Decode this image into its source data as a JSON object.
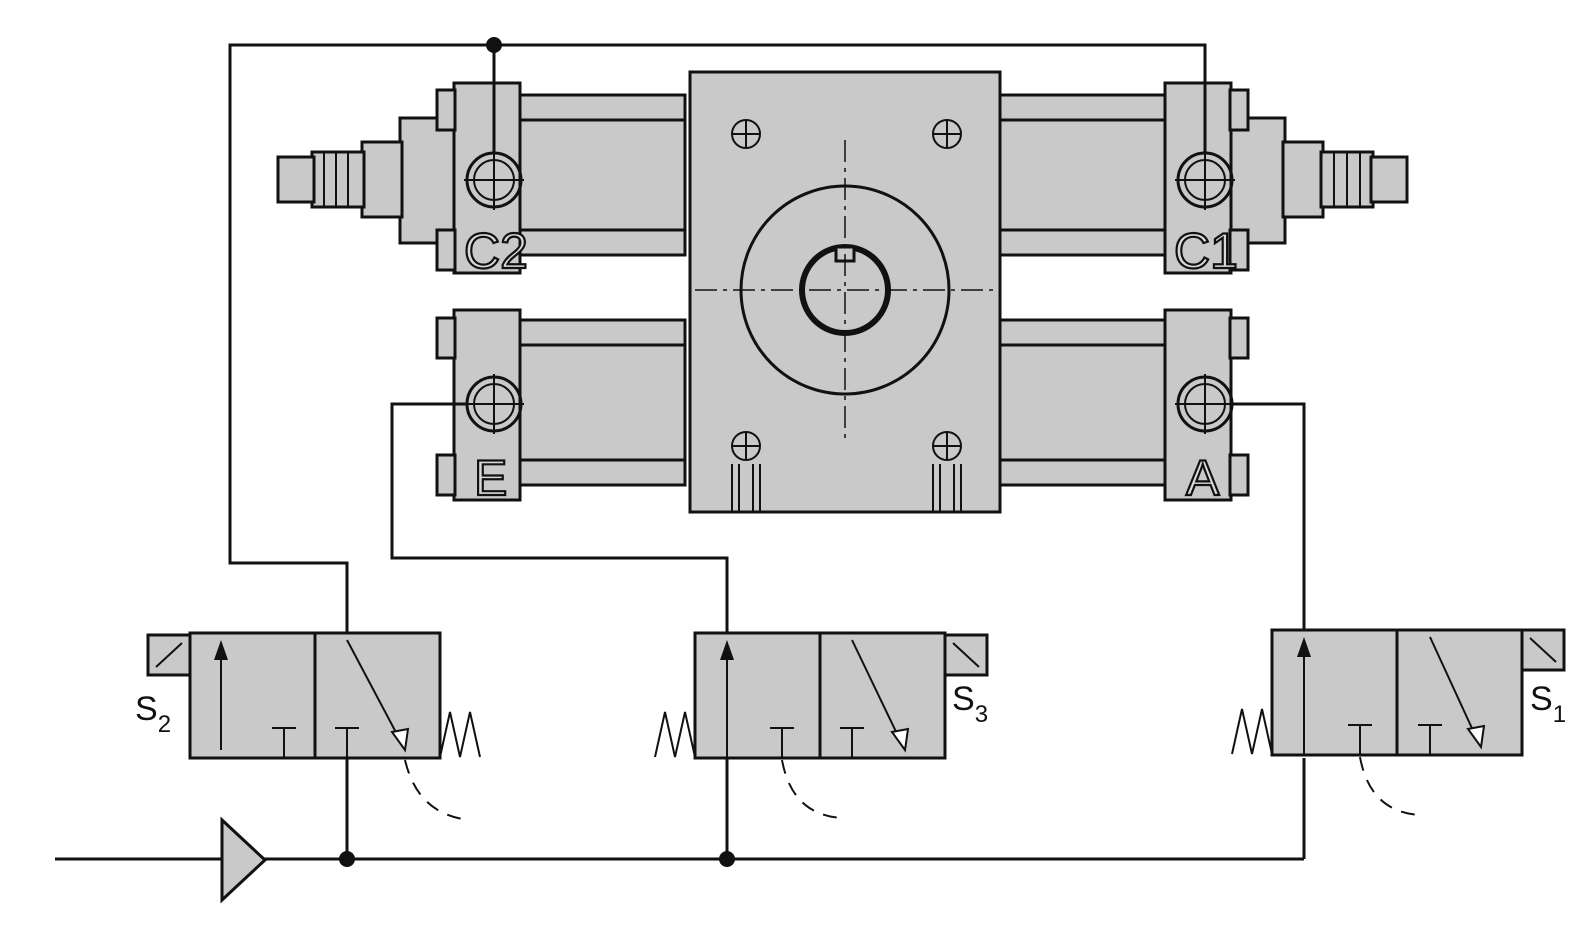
{
  "ports": {
    "c2": "C2",
    "c1": "C1",
    "e": "E",
    "a": "A"
  },
  "solenoids": {
    "s2": {
      "letter": "S",
      "index": "2"
    },
    "s3": {
      "letter": "S",
      "index": "3"
    },
    "s1": {
      "letter": "S",
      "index": "1"
    }
  },
  "colors": {
    "body": "#c9c9c9",
    "line": "#111111",
    "background": "#ffffff"
  }
}
